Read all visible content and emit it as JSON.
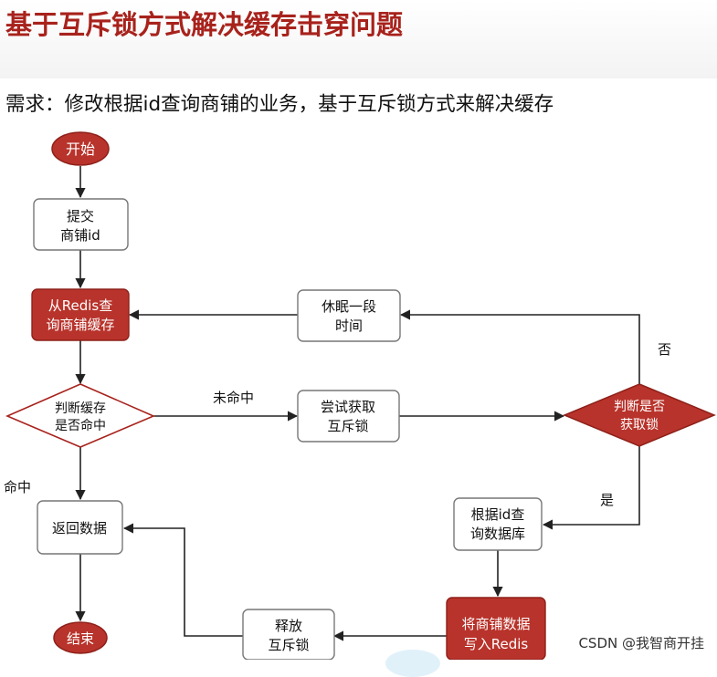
{
  "header": {
    "title": "基于互斥锁方式解决缓存击穿问题",
    "requirement": "需求：修改根据id查询商铺的业务，基于互斥锁方式来解决缓存"
  },
  "flowchart": {
    "nodes": {
      "start": "开始",
      "submit": [
        "提交",
        "商铺id"
      ],
      "query_cache": [
        "从Redis查",
        "询商铺缓存"
      ],
      "sleep": [
        "休眠一段",
        "时间"
      ],
      "judge_hit": [
        "判断缓存",
        "是否命中"
      ],
      "try_lock": [
        "尝试获取",
        "互斥锁"
      ],
      "judge_lock": [
        "判断是否",
        "获取锁"
      ],
      "return_data": "返回数据",
      "query_db": [
        "根据id查",
        "询数据库"
      ],
      "write_redis": [
        "将商铺数据",
        "写入Redis"
      ],
      "release": [
        "释放",
        "互斥锁"
      ],
      "end": "结束"
    },
    "edge_labels": {
      "miss": "未命中",
      "hit": "命中",
      "no": "否",
      "yes": "是"
    },
    "colors": {
      "accent": "#a8221c",
      "highlight_fill": "#b8332b",
      "border": "#555555"
    }
  },
  "watermark": "CSDN @我智商开挂"
}
